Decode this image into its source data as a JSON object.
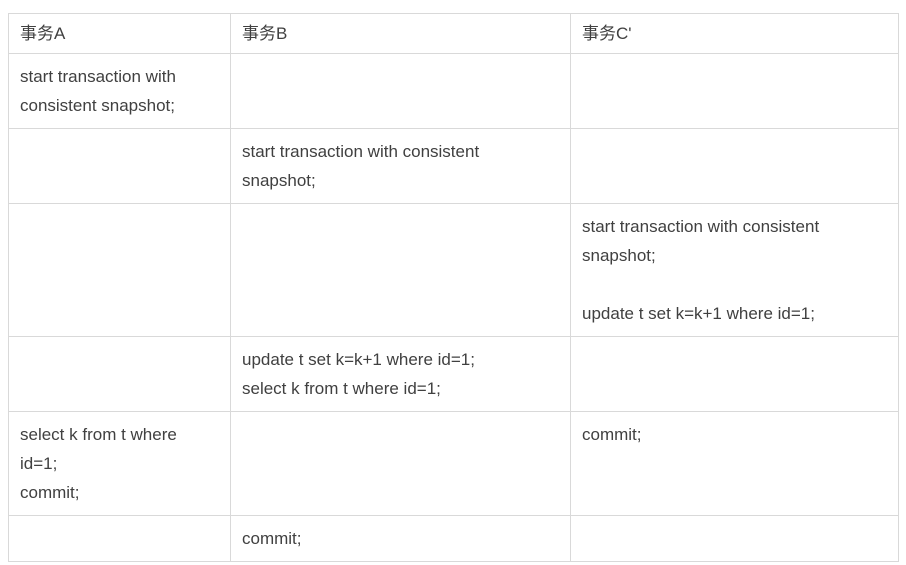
{
  "table": {
    "columns": [
      {
        "label": "事务A"
      },
      {
        "label": "事务B"
      },
      {
        "label": "事务C'"
      }
    ],
    "rows": [
      [
        "start transaction with\nconsistent snapshot;",
        "",
        ""
      ],
      [
        "",
        "start transaction with consistent\nsnapshot;",
        ""
      ],
      [
        "",
        "",
        "start transaction with consistent\nsnapshot;\n\nupdate t set k=k+1 where id=1;"
      ],
      [
        "",
        "update t set k=k+1 where id=1;\nselect k from t where id=1;",
        ""
      ],
      [
        "select k from t where\nid=1;\ncommit;",
        "",
        "commit;"
      ],
      [
        "",
        "commit;",
        ""
      ]
    ]
  },
  "colors": {
    "text": "#404040",
    "border": "#d9d9d9",
    "background": "#ffffff"
  }
}
